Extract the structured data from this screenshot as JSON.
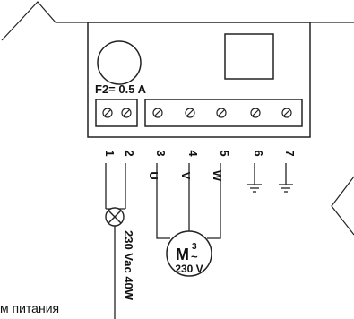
{
  "fuse_label": "F2= 0.5 A",
  "terminal_numbers": [
    "1",
    "2",
    "3",
    "4",
    "5",
    "6",
    "7"
  ],
  "phase_labels": [
    "U",
    "V",
    "W"
  ],
  "motor": {
    "symbol": "M",
    "phases": "3",
    "tilde": "~",
    "voltage": "230 V"
  },
  "lamp_label": "230 Vac 40W",
  "caption_fragment": "м питания"
}
